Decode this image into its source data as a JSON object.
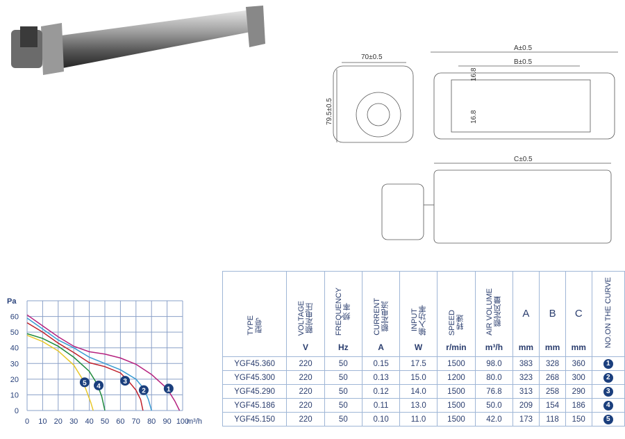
{
  "drawing_labels": {
    "width": "70±0.5",
    "height": "79.5±0.5",
    "a": "A±0.5",
    "b": "B±0.5",
    "hole1": "16.8",
    "hole2": "16.8",
    "c": "C±0.5"
  },
  "table": {
    "headers": [
      {
        "en": "TYPE",
        "cn": "型号",
        "unit": ""
      },
      {
        "en": "VOLTAGE",
        "cn": "额定电压",
        "unit": "V"
      },
      {
        "en": "FREQUENCY",
        "cn": "频 率",
        "unit": "Hz"
      },
      {
        "en": "CURRENT",
        "cn": "额定电流",
        "unit": "A"
      },
      {
        "en": "INPUT",
        "cn": "输入功率",
        "unit": "W"
      },
      {
        "en": "SPEED",
        "cn": "转速",
        "unit": "r/min"
      },
      {
        "en": "AIR VOLUME",
        "cn": "额定风量",
        "unit": "m³/h"
      },
      {
        "en": "A",
        "cn": "",
        "unit": "mm"
      },
      {
        "en": "B",
        "cn": "",
        "unit": "mm"
      },
      {
        "en": "C",
        "cn": "",
        "unit": "mm"
      },
      {
        "en": "NO.ON THE CURVE",
        "cn": "",
        "unit": ""
      }
    ],
    "rows": [
      [
        "YGF45.360",
        "220",
        "50",
        "0.15",
        "17.5",
        "1500",
        "98.0",
        "383",
        "328",
        "360",
        "1"
      ],
      [
        "YGF45.300",
        "220",
        "50",
        "0.13",
        "15.0",
        "1200",
        "80.0",
        "323",
        "268",
        "300",
        "2"
      ],
      [
        "YGF45.290",
        "220",
        "50",
        "0.12",
        "14.0",
        "1500",
        "76.8",
        "313",
        "258",
        "290",
        "3"
      ],
      [
        "YGF45.186",
        "220",
        "50",
        "0.11",
        "13.0",
        "1500",
        "50.0",
        "209",
        "154",
        "186",
        "4"
      ],
      [
        "YGF45.150",
        "220",
        "50",
        "0.10",
        "11.0",
        "1500",
        "42.0",
        "173",
        "118",
        "150",
        "5"
      ]
    ]
  },
  "chart_data": {
    "type": "line",
    "ylabel": "Pa",
    "xlabel": "m³/h",
    "xlim": [
      0,
      100
    ],
    "ylim": [
      0,
      70
    ],
    "xticks": [
      "0",
      "10",
      "20",
      "30",
      "40",
      "50",
      "60",
      "70",
      "80",
      "90",
      "100"
    ],
    "yticks": [
      "0",
      "10",
      "20",
      "30",
      "40",
      "50",
      "60"
    ],
    "grid": true,
    "series": [
      {
        "name": "1",
        "color": "#b5217e",
        "x": [
          0,
          10,
          20,
          30,
          40,
          50,
          60,
          70,
          80,
          90,
          95,
          98
        ],
        "y": [
          61,
          54,
          47,
          41,
          37.5,
          36,
          33.5,
          29.5,
          23,
          14,
          6,
          0
        ],
        "label_at": [
          91,
          14
        ]
      },
      {
        "name": "2",
        "color": "#3a9bd2",
        "x": [
          0,
          10,
          20,
          30,
          40,
          50,
          60,
          70,
          75,
          78,
          80
        ],
        "y": [
          59,
          52,
          45,
          40,
          34,
          30,
          26,
          20,
          14,
          7,
          0
        ],
        "label_at": [
          75,
          13
        ]
      },
      {
        "name": "3",
        "color": "#c0202a",
        "x": [
          0,
          10,
          20,
          30,
          40,
          50,
          60,
          65,
          70,
          73,
          74.5
        ],
        "y": [
          56,
          50,
          43,
          37,
          30.5,
          28,
          24,
          19,
          13,
          7,
          0
        ],
        "label_at": [
          63,
          19
        ]
      },
      {
        "name": "4",
        "color": "#1f8a3c",
        "x": [
          0,
          10,
          20,
          30,
          40,
          45,
          48,
          50
        ],
        "y": [
          49,
          46,
          41,
          34,
          25,
          17,
          9,
          0
        ],
        "label_at": [
          46,
          16
        ]
      },
      {
        "name": "5",
        "color": "#e8c72a",
        "x": [
          0,
          10,
          20,
          30,
          35,
          38,
          41,
          42.5
        ],
        "y": [
          48,
          44,
          38,
          29,
          21,
          13,
          5,
          0
        ],
        "label_at": [
          37,
          18
        ]
      }
    ]
  }
}
